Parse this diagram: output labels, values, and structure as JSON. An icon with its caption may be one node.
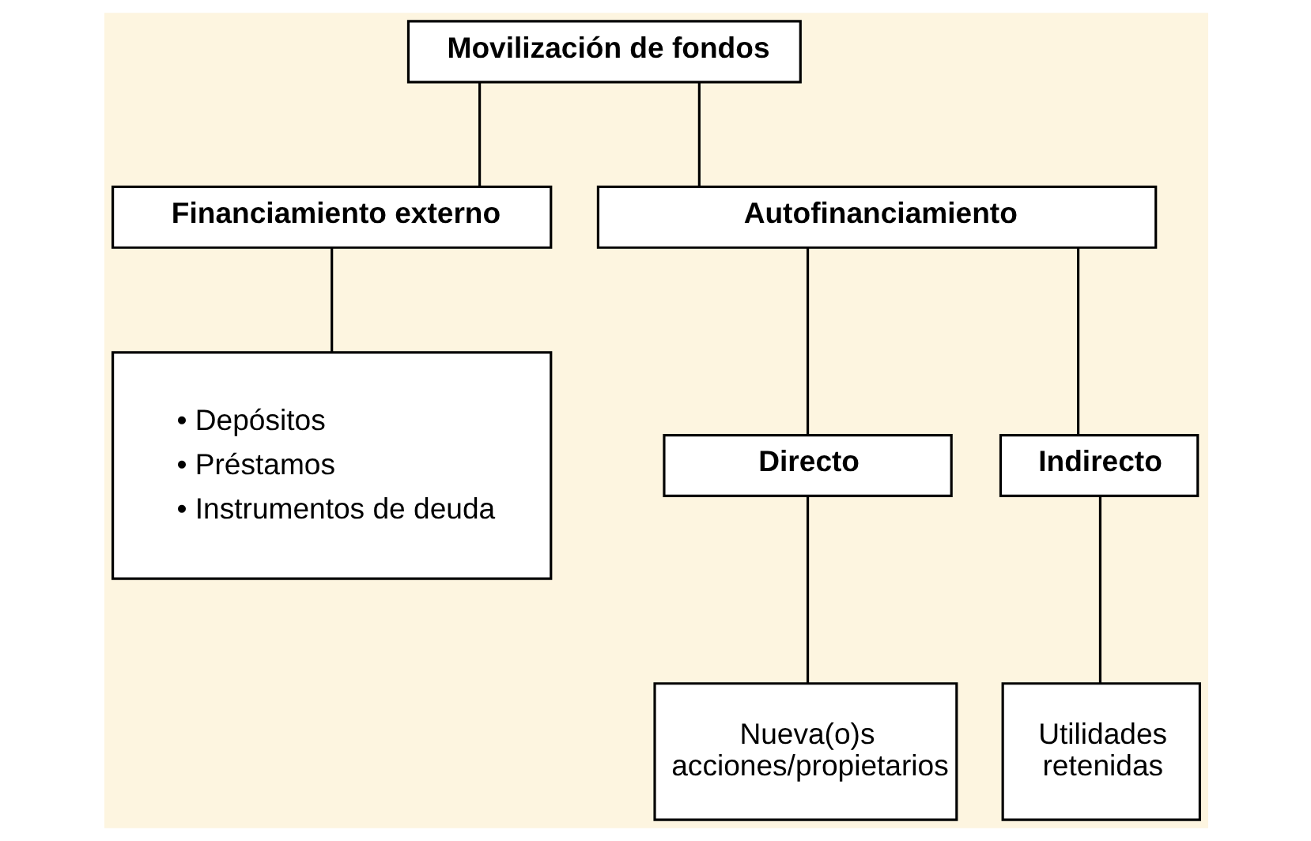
{
  "diagram": {
    "nodes": [
      {
        "text": [
          "Movilización de fondos"
        ]
      },
      {
        "text": [
          "Financiamiento externo"
        ]
      },
      {
        "text": [
          "Autofinanciamiento"
        ]
      },
      {
        "text": [
          "• Depósitos",
          "• Préstamos",
          "• Instrumentos de deuda"
        ]
      },
      {
        "text": [
          "Directo"
        ]
      },
      {
        "text": [
          "Indirecto"
        ]
      },
      {
        "text": [
          "Nueva(o)s acciones/propietarios"
        ]
      },
      {
        "text": [
          "Utilidades retenidas"
        ]
      }
    ],
    "edges": [
      {
        "from": 0,
        "to": 1,
        "arrow": "none"
      },
      {
        "from": 0,
        "to": 2,
        "arrow": "none"
      },
      {
        "from": 1,
        "to": 3,
        "arrow": "none"
      },
      {
        "from": 2,
        "to": 4,
        "arrow": "none"
      },
      {
        "from": 2,
        "to": 5,
        "arrow": "none"
      },
      {
        "from": 4,
        "to": 6,
        "arrow": "none"
      },
      {
        "from": 5,
        "to": 7,
        "arrow": "none"
      }
    ]
  }
}
